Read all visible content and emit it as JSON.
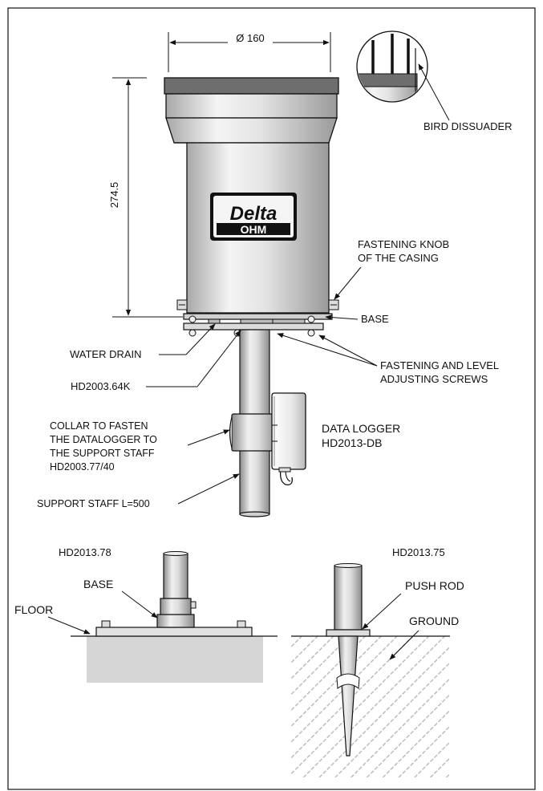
{
  "dimensions": {
    "diameter": "Ø 160",
    "height": "274.5"
  },
  "logo": {
    "line1": "Delta",
    "line2": "OHM"
  },
  "labels": {
    "bird_dissuader": "BIRD DISSUADER",
    "fastening_knob_1": "FASTENING KNOB",
    "fastening_knob_2": "OF THE CASING",
    "base_top": "BASE",
    "water_drain": "WATER DRAIN",
    "fastening_screws_1": "FASTENING AND LEVEL",
    "fastening_screws_2": "ADJUSTING SCREWS",
    "hd2003_64k": "HD2003.64K",
    "collar_1": "COLLAR TO FASTEN",
    "collar_2": "THE DATALOGGER TO",
    "collar_3": "THE SUPPORT STAFF",
    "collar_4": "HD2003.77/40",
    "data_logger_1": "DATA LOGGER",
    "data_logger_2": "HD2013-DB",
    "support_staff": "SUPPORT STAFF L=500",
    "hd2013_78": "HD2013.78",
    "base_bottom": "BASE",
    "floor": "FLOOR",
    "hd2013_75": "HD2013.75",
    "push_rod": "PUSH ROD",
    "ground": "GROUND"
  },
  "colors": {
    "outline": "#111111",
    "cap": "#6e6e6e",
    "body_light": "#f2f2f2",
    "body_mid": "#d4d4d4",
    "body_dark": "#9a9a9a",
    "floor_fill": "#d6d6d6",
    "hatch": "#bdbdbd"
  }
}
